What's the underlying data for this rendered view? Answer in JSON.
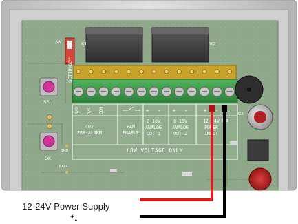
{
  "board": {
    "switch": {
      "ref": "SW1",
      "state": "ON",
      "pos": "1"
    },
    "relays": [
      "K1",
      "K2"
    ],
    "settings_label": "SETTINGS",
    "buttons": [
      {
        "ref": "SEL",
        "label": "SEL"
      },
      {
        "ref": "OK",
        "label": "OK"
      }
    ],
    "gnd_label": "GND",
    "bat_label": "BAT+",
    "buzzer": "buzzer",
    "capacitor": "C3",
    "terminal_groups": [
      {
        "pins": [
          "N/O",
          "N/C",
          "COM"
        ],
        "label_lines": [
          "CO2",
          "PRE-ALARM"
        ]
      },
      {
        "pins": [],
        "label_lines": [
          "FAN",
          "ENABLE"
        ]
      },
      {
        "pins": [
          "+",
          "-"
        ],
        "label_lines": [
          "0-10V",
          "ANALOG",
          "OUT 1"
        ]
      },
      {
        "pins": [
          "+",
          "-"
        ],
        "label_lines": [
          "0-10V",
          "ANALOG",
          "OUT 2"
        ]
      },
      {
        "pins": [
          "+",
          "-"
        ],
        "label_lines": [
          "12-24V",
          "POWER",
          "INPUT"
        ]
      }
    ],
    "zone_label": "LOW VOLTAGE ONLY"
  },
  "annotation": {
    "power_supply_label": "12-24V Power Supply",
    "polarity_plus": "+",
    "polarity_minus": "-"
  },
  "colors": {
    "pcb": "#8fa88a",
    "enclosure": "#d2d2d2",
    "terminal": "#3d9e4a",
    "relay": "#454545",
    "button": "#d2339b",
    "switch": "#d9443a",
    "wire_positive": "#e01b1b",
    "wire_negative": "#000000"
  }
}
